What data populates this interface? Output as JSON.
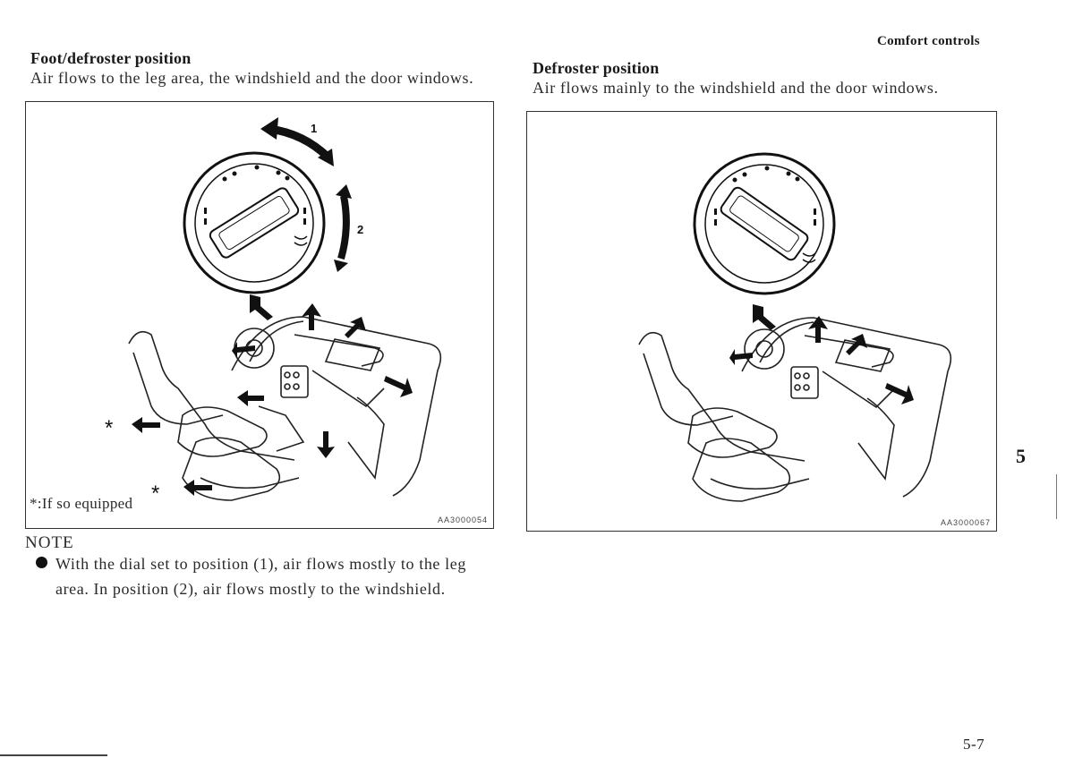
{
  "header": {
    "section_title": "Comfort controls"
  },
  "left_column": {
    "heading": "Foot/defroster position",
    "description": "Air flows to the leg area, the windshield and the door windows.",
    "figure": {
      "dial_callout_1": "1",
      "dial_callout_2": "2",
      "asterisk_1": "*",
      "asterisk_2": "*",
      "footnote": "*:If so equipped",
      "figure_code": "AA3000054"
    },
    "note": {
      "label": "NOTE",
      "line_1": "With the dial set to position (1), air flows mostly to the leg",
      "line_2": "area. In position (2), air flows mostly to the windshield."
    }
  },
  "right_column": {
    "heading": "Defroster position",
    "description": "Air flows mainly to the windshield and the door windows.",
    "figure": {
      "figure_code": "AA3000067"
    }
  },
  "chapter_tab": "5",
  "page_number": "5-7"
}
